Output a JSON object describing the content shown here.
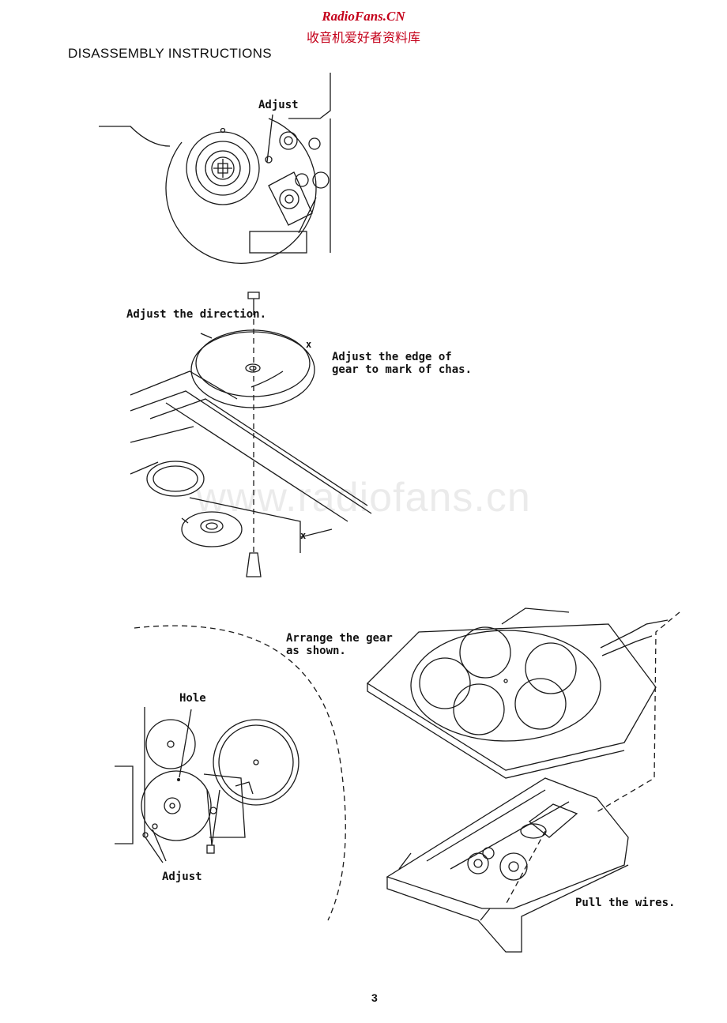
{
  "header": {
    "site": "RadioFans.CN",
    "subtitle": "收音机爱好者资料库"
  },
  "page": {
    "title": "DISASSEMBLY  INSTRUCTIONS",
    "watermark": "www.radiofans.cn",
    "number": "3"
  },
  "figures": {
    "fig1": {
      "adjust": "Adjust"
    },
    "fig2": {
      "direction": "Adjust the direction.",
      "edge_line1": "Adjust the edge of",
      "edge_line2": "gear to mark of chas.",
      "mark": "x",
      "mark2": "x"
    },
    "fig3": {
      "arrange_line1": "Arrange the gear",
      "arrange_line2": "as shown.",
      "hole": "Hole",
      "adjust": "Adjust",
      "wires": "Pull the wires."
    }
  }
}
